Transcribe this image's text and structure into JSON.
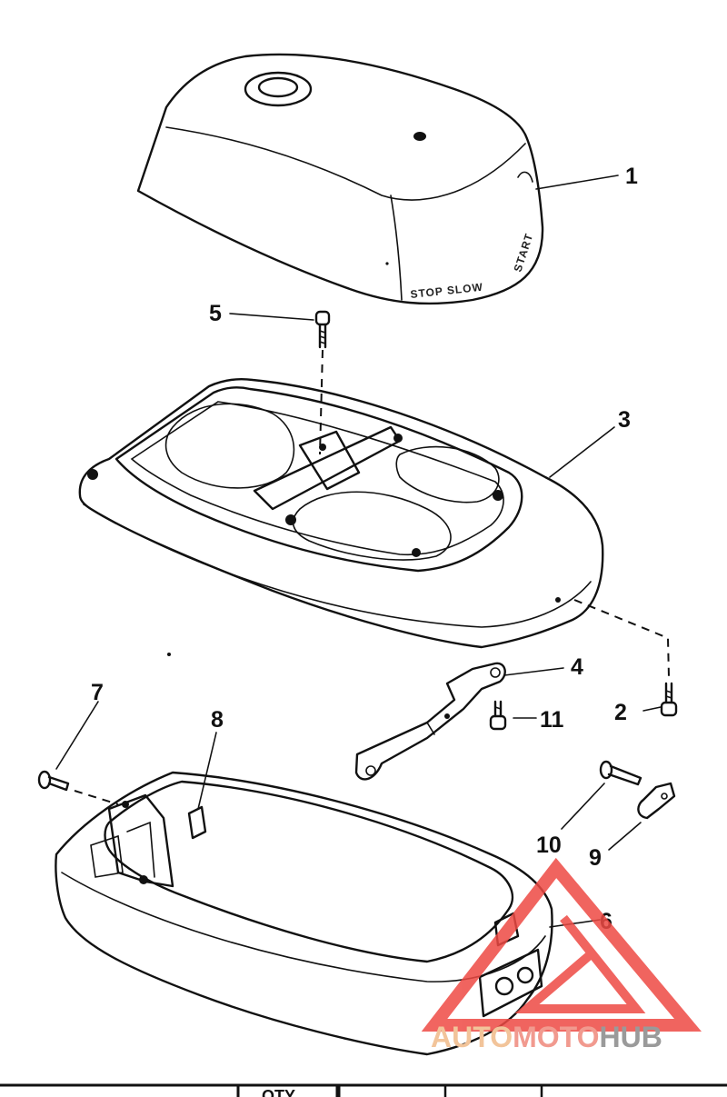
{
  "cover_markings": {
    "front": "STOP  SLOW",
    "side": "START"
  },
  "callouts": [
    {
      "id": "callout-1",
      "label": "1"
    },
    {
      "id": "callout-2",
      "label": "2"
    },
    {
      "id": "callout-3",
      "label": "3"
    },
    {
      "id": "callout-4",
      "label": "4"
    },
    {
      "id": "callout-5",
      "label": "5"
    },
    {
      "id": "callout-6",
      "label": "6"
    },
    {
      "id": "callout-7",
      "label": "7"
    },
    {
      "id": "callout-8",
      "label": "8"
    },
    {
      "id": "callout-9",
      "label": "9"
    },
    {
      "id": "callout-10",
      "label": "10"
    },
    {
      "id": "callout-11",
      "label": "11"
    }
  ],
  "watermark": {
    "part_a": "AUTO",
    "part_b": "MOTO",
    "part_c": "HUB",
    "color_a": "#f2c49a",
    "color_b": "#f19a8f",
    "color_c": "#9a9a9a",
    "triangle_color": "#ee4a44"
  },
  "table_header": {
    "qty_label": "QTY"
  }
}
